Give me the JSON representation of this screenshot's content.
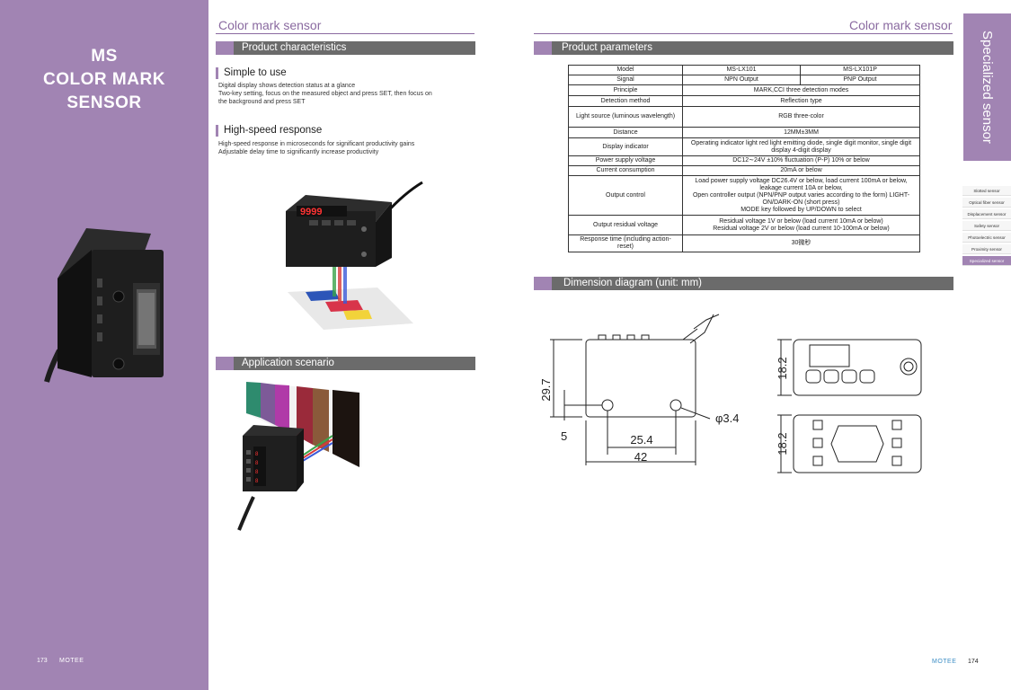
{
  "left_panel": {
    "title_lines": [
      "MS",
      "COLOR MARK",
      "SENSOR"
    ],
    "page_number": "173",
    "brand": "MOTEE"
  },
  "left_page": {
    "header": "Color mark sensor",
    "product_characteristics_label": "Product characteristics",
    "simple_heading": "Simple to use",
    "simple_lines": [
      "Digital display shows detection status at a glance",
      "Two-key setting, focus on the measured object and press SET, then focus on",
      "the background and press SET"
    ],
    "speed_heading": "High-speed response",
    "speed_lines": [
      "High-speed response in microseconds for significant productivity gains",
      "Adjustable delay time to significantly increase productivity"
    ],
    "application_label": "Application scenario",
    "device_display": "9999"
  },
  "right_page": {
    "header": "Color mark sensor",
    "parameters_label": "Product parameters",
    "dimension_label": "Dimension diagram (unit: mm)",
    "vertical_tab": "Specialized sensor",
    "page_number": "174",
    "brand": "MOTEE"
  },
  "side_nav": [
    "Slotted sensor",
    "Optical fiber sensor",
    "Displacement sensor",
    "Safety sensor",
    "Photoelectric sensor",
    "Proximity sensor",
    "Specialized sensor"
  ],
  "params": {
    "model_label": "Model",
    "model_a": "MS-LX101",
    "model_b": "MS-LX101P",
    "signal_label": "Signal",
    "signal_a": "NPN Output",
    "signal_b": "PNP Output",
    "principle_label": "Principle",
    "principle": "MARK,CCI three detection modes",
    "detection_label": "Detection method",
    "detection": "Reflection type",
    "light_label": "Light source (luminous wavelength)",
    "light": "RGB three-color",
    "distance_label": "Distance",
    "distance": "12MM±3MM",
    "display_label": "Display indicator",
    "display_lines": [
      "Operating indicator light red light emitting diode, single digit monitor, single digit",
      "display 4-digit display"
    ],
    "power_label": "Power supply voltage",
    "power": "DC12∼24V ±10% fluctuation (P-P) 10% or below",
    "current_label": "Current consumption",
    "current": "20mA or below",
    "output_label": "Output control",
    "output_lines": [
      "Load power supply voltage DC26.4V or below, load current 100mA or below,",
      "leakage current 10A or below,",
      "Open controller output (NPN/PNP output varies according to the form) LIGHT-",
      "ON/DARK-ON (short press)",
      "MODE key followed by UP/DOWN to select"
    ],
    "residual_label": "Output residual voltage",
    "residual_lines": [
      "Residual voltage 1V or below (load current 10mA or below)",
      "Residual voltage 2V or below (load current 10-100mA or below)"
    ],
    "response_label_lines": [
      "Response time (including action-",
      "reset)"
    ],
    "response": "30微秒"
  },
  "dimensions": {
    "height": "29.7",
    "offset": "5",
    "hole_spacing": "25.4",
    "width": "42",
    "hole_dia": "φ3.4",
    "depth_top": "18.2",
    "depth_bottom": "18.2"
  }
}
